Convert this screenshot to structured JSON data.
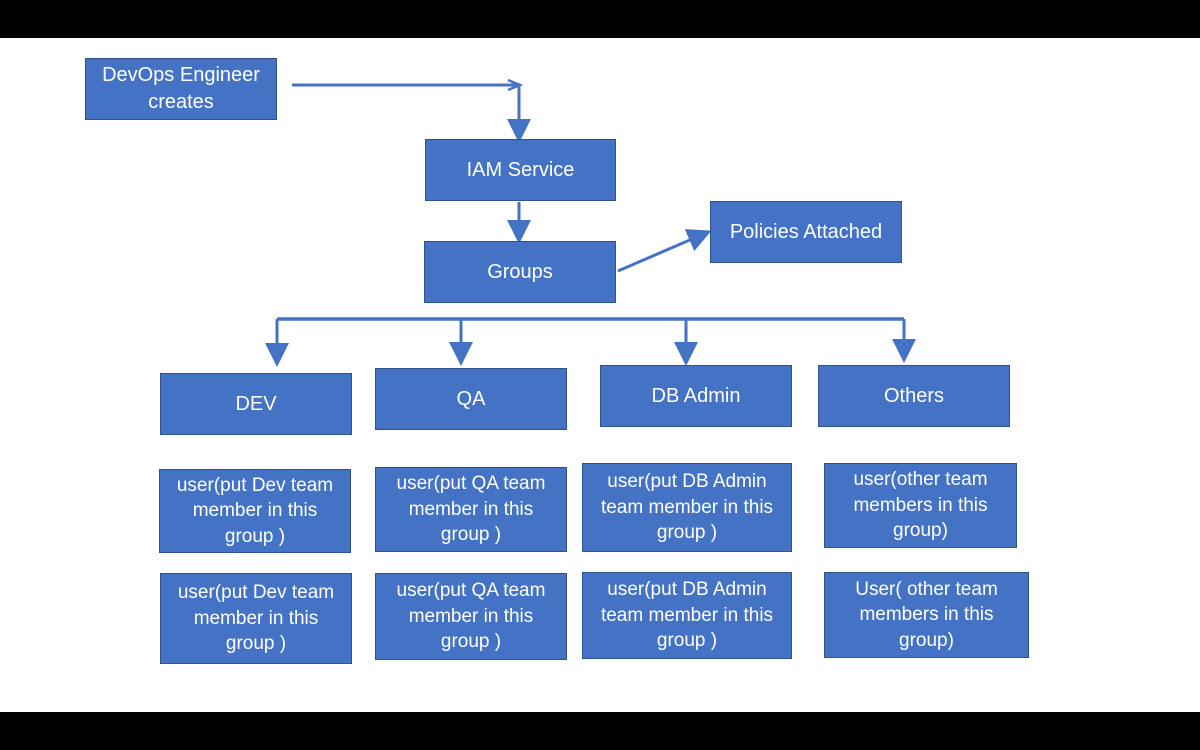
{
  "colors": {
    "box_fill": "#4472C4",
    "box_border": "#2F528F",
    "connector": "#4472C4",
    "text": "#ffffff"
  },
  "nodes": {
    "devops": "DevOps Engineer creates",
    "iam": "IAM Service",
    "groups": "Groups",
    "policies": "Policies Attached",
    "dev": "DEV",
    "qa": "QA",
    "dbadmin": "DB Admin",
    "others": "Others",
    "dev_user_1": "user(put Dev team member in this group )",
    "dev_user_2": "user(put Dev team member in this group )",
    "qa_user_1": "user(put QA team member in this group )",
    "qa_user_2": "user(put QA team member in this group )",
    "db_user_1": "user(put DB Admin team member in this group )",
    "db_user_2": "user(put DB Admin team member in this group )",
    "others_user_1": "user(other team members in this group)",
    "others_user_2": "User( other team members in this group)"
  }
}
